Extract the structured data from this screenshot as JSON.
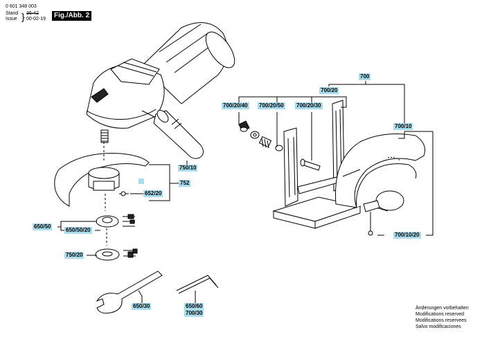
{
  "header": {
    "doc_number": "0 601 348 003",
    "stand_label": "Stand",
    "issue_label": "Issue",
    "old_code": "36-42",
    "date": "00-02-19",
    "fig_label": "Fig./Abb. 2"
  },
  "labels": {
    "l700": "700",
    "l700_20": "700/20",
    "l700_20_40": "700/20/40",
    "l700_20_50": "700/20/50",
    "l700_20_30": "700/20/30",
    "l700_10": "700/10",
    "l700_10_20": "700/10/20",
    "l750_10": "750/10",
    "l752": "752",
    "l652_20": "652/20",
    "l650_50": "650/50",
    "l650_50_20": "650/50/20",
    "l750_20": "750/20",
    "l650_30": "650/30",
    "l650_60": "650/60",
    "l700_30": "700/30"
  },
  "footer": {
    "line1": "Änderungen vorbehalten",
    "line2": "Modifications reserved",
    "line3": "Modifications reservees",
    "line4": "Salvo modificaciones"
  }
}
